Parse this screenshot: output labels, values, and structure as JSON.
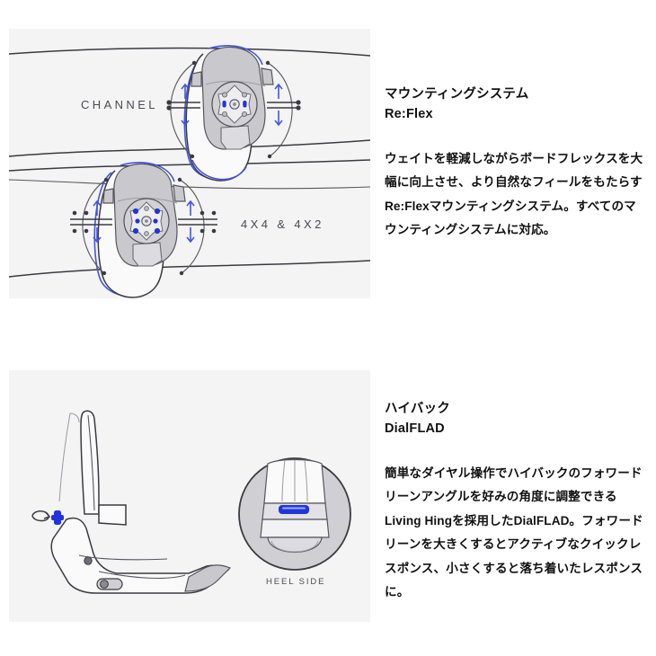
{
  "features": [
    {
      "id": "mounting-system",
      "eyebrow": "マウンティングシステム",
      "subhead": "Re:Flex",
      "body": "ウェイトを軽減しながらボードフレックスを大幅に向上させ、より自然なフィールをもたらすRe:Flexマウンティングシステム。すべてのマウンティングシステムに対応。",
      "illustration": {
        "name": "mounting-system-diagram",
        "labels": [
          "CHANNEL",
          "4X4 & 4X2"
        ]
      }
    },
    {
      "id": "highback",
      "eyebrow": "ハイバック",
      "subhead": "DialFLAD",
      "body": "簡単なダイヤル操作でハイバックのフォワードリーンアングルを好みの角度に調整できるLiving Hingを採用したDialFLAD。フォワードリーンを大きくするとアクティブなクイックレスポンス、小さくすると落ち着いたレスポンスに。",
      "illustration": {
        "name": "highback-dialflad-diagram",
        "labels": [
          "HEEL SIDE"
        ]
      }
    }
  ],
  "colors": {
    "accent_blue": "#2233dd",
    "panel_background": "#f4f4f4",
    "page_background": "#ffffff",
    "line": "#3a3a42",
    "text": "#111111"
  }
}
